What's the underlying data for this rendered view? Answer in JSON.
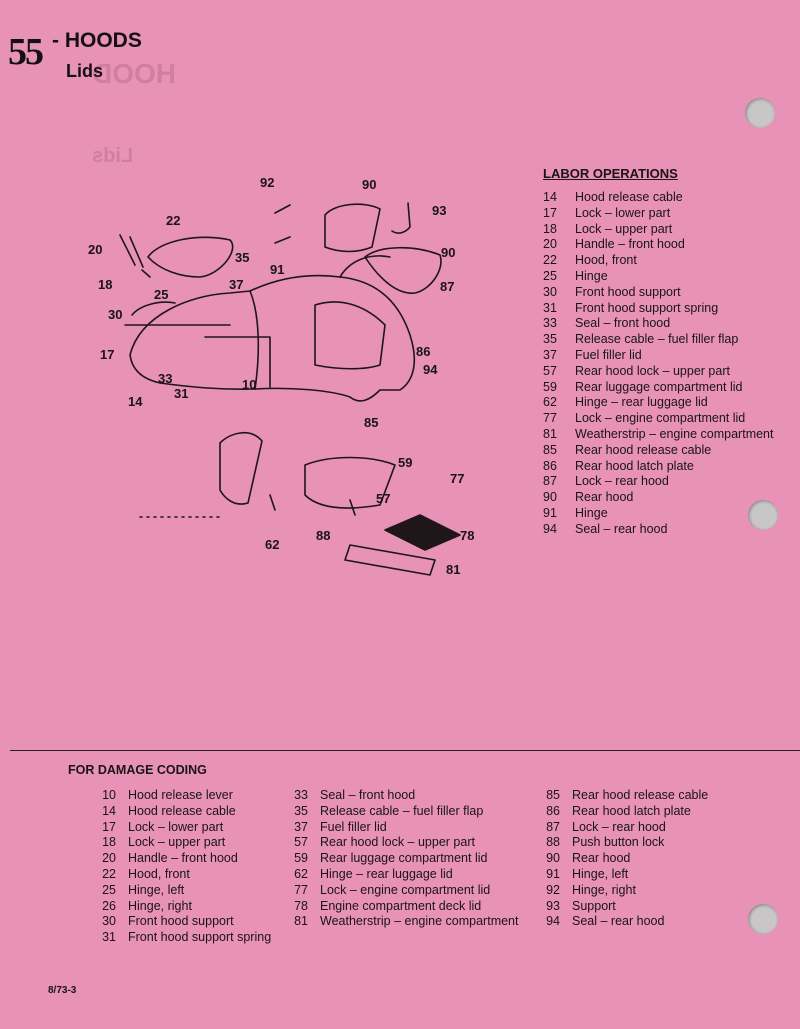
{
  "header": {
    "section_number": "55",
    "title": "- HOODS",
    "subtitle": "Lids"
  },
  "diagram": {
    "callouts": [
      "92",
      "90",
      "93",
      "22",
      "20",
      "35",
      "91",
      "90",
      "18",
      "37",
      "87",
      "25",
      "30",
      "86",
      "17",
      "33",
      "10",
      "94",
      "14",
      "31",
      "85",
      "59",
      "77",
      "57",
      "88",
      "78",
      "62",
      "81"
    ]
  },
  "labor": {
    "heading": "LABOR OPERATIONS",
    "items": [
      {
        "n": "14",
        "t": "Hood release cable"
      },
      {
        "n": "17",
        "t": "Lock – lower part"
      },
      {
        "n": "18",
        "t": "Lock – upper part"
      },
      {
        "n": "20",
        "t": "Handle – front hood"
      },
      {
        "n": "22",
        "t": "Hood, front"
      },
      {
        "n": "25",
        "t": "Hinge"
      },
      {
        "n": "30",
        "t": "Front hood support"
      },
      {
        "n": "31",
        "t": "Front hood support spring"
      },
      {
        "n": "33",
        "t": "Seal – front hood"
      },
      {
        "n": "35",
        "t": "Release cable – fuel filler flap"
      },
      {
        "n": "37",
        "t": "Fuel filler lid"
      },
      {
        "n": "57",
        "t": "Rear hood lock – upper part"
      },
      {
        "n": "59",
        "t": "Rear luggage compartment lid"
      },
      {
        "n": "62",
        "t": "Hinge – rear luggage lid"
      },
      {
        "n": "77",
        "t": "Lock – engine compartment lid"
      },
      {
        "n": "81",
        "t": "Weatherstrip – engine compartment"
      },
      {
        "n": "85",
        "t": "Rear hood release cable"
      },
      {
        "n": "86",
        "t": "Rear hood latch plate"
      },
      {
        "n": "87",
        "t": "Lock – rear hood"
      },
      {
        "n": "90",
        "t": "Rear hood"
      },
      {
        "n": "91",
        "t": "Hinge"
      },
      {
        "n": "94",
        "t": "Seal – rear hood"
      }
    ]
  },
  "damage": {
    "heading": "FOR DAMAGE CODING",
    "col1": [
      {
        "n": "10",
        "t": "Hood release lever"
      },
      {
        "n": "14",
        "t": "Hood release cable"
      },
      {
        "n": "17",
        "t": "Lock – lower part"
      },
      {
        "n": "18",
        "t": "Lock – upper part"
      },
      {
        "n": "20",
        "t": "Handle – front hood"
      },
      {
        "n": "22",
        "t": "Hood, front"
      },
      {
        "n": "25",
        "t": "Hinge, left"
      },
      {
        "n": "26",
        "t": "Hinge, right"
      },
      {
        "n": "30",
        "t": "Front hood support"
      },
      {
        "n": "31",
        "t": "Front hood support spring"
      }
    ],
    "col2": [
      {
        "n": "33",
        "t": "Seal – front hood"
      },
      {
        "n": "35",
        "t": "Release cable – fuel filler flap"
      },
      {
        "n": "37",
        "t": "Fuel filler lid"
      },
      {
        "n": "57",
        "t": "Rear hood lock – upper part"
      },
      {
        "n": "59",
        "t": "Rear luggage compartment lid"
      },
      {
        "n": "62",
        "t": "Hinge – rear luggage lid"
      },
      {
        "n": "77",
        "t": "Lock – engine compartment lid"
      },
      {
        "n": "78",
        "t": "Engine compartment deck lid"
      },
      {
        "n": "81",
        "t": "Weatherstrip – engine compartment"
      }
    ],
    "col3": [
      {
        "n": "85",
        "t": "Rear hood release cable"
      },
      {
        "n": "86",
        "t": "Rear hood latch plate"
      },
      {
        "n": "87",
        "t": "Lock – rear hood"
      },
      {
        "n": "88",
        "t": "Push button lock"
      },
      {
        "n": "90",
        "t": "Rear hood"
      },
      {
        "n": "91",
        "t": "Hinge, left"
      },
      {
        "n": "92",
        "t": "Hinge, right"
      },
      {
        "n": "93",
        "t": "Support"
      },
      {
        "n": "94",
        "t": "Seal – rear hood"
      }
    ]
  },
  "footer": {
    "code": "8/73-3"
  }
}
